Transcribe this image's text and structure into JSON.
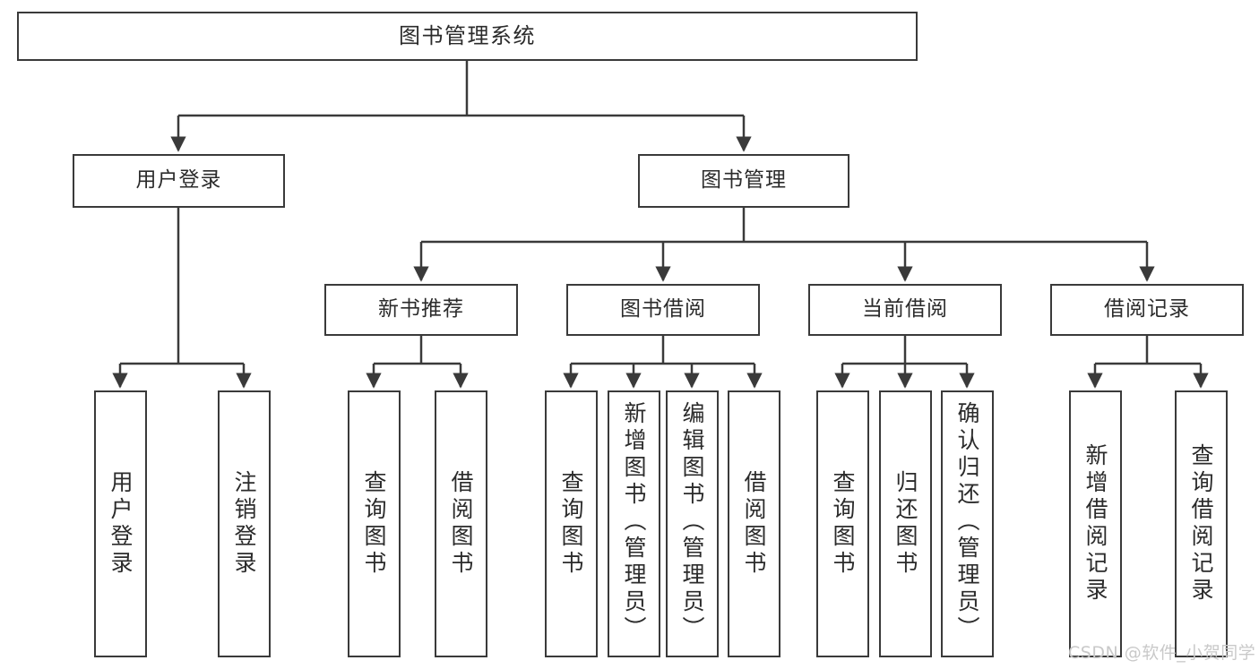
{
  "diagram": {
    "type": "tree",
    "title": "图书管理系统",
    "root": {
      "id": "root",
      "label": "图书管理系统"
    },
    "level2": [
      {
        "id": "user-login",
        "label": "用户登录"
      },
      {
        "id": "book-manage",
        "label": "图书管理"
      }
    ],
    "level3": [
      {
        "id": "new-book-rec",
        "label": "新书推荐",
        "parent": "book-manage"
      },
      {
        "id": "book-borrow",
        "label": "图书借阅",
        "parent": "book-manage"
      },
      {
        "id": "current-borrow",
        "label": "当前借阅",
        "parent": "book-manage"
      },
      {
        "id": "borrow-record",
        "label": "借阅记录",
        "parent": "book-manage"
      }
    ],
    "leaves": [
      {
        "id": "leaf-user-login",
        "label": "用户登录",
        "parent": "user-login"
      },
      {
        "id": "leaf-logout",
        "label": "注销登录",
        "parent": "user-login"
      },
      {
        "id": "leaf-query-book-1",
        "label": "查询图书",
        "parent": "new-book-rec"
      },
      {
        "id": "leaf-borrow-book-1",
        "label": "借阅图书",
        "parent": "new-book-rec"
      },
      {
        "id": "leaf-query-book-2",
        "label": "查询图书",
        "parent": "book-borrow"
      },
      {
        "id": "leaf-add-book",
        "label": "新增图书（管理员）",
        "parent": "book-borrow"
      },
      {
        "id": "leaf-edit-book",
        "label": "编辑图书（管理员）",
        "parent": "book-borrow"
      },
      {
        "id": "leaf-borrow-book-2",
        "label": "借阅图书",
        "parent": "book-borrow"
      },
      {
        "id": "leaf-query-book-3",
        "label": "查询图书",
        "parent": "current-borrow"
      },
      {
        "id": "leaf-return-book",
        "label": "归还图书",
        "parent": "current-borrow"
      },
      {
        "id": "leaf-confirm-return",
        "label": "确认归还（管理员）",
        "parent": "current-borrow"
      },
      {
        "id": "leaf-add-record",
        "label": "新增借阅记录",
        "parent": "borrow-record"
      },
      {
        "id": "leaf-query-record",
        "label": "查询借阅记录",
        "parent": "borrow-record"
      }
    ]
  },
  "watermark": {
    "text": "CSDN @软件_小贺同学"
  },
  "colors": {
    "stroke": "#3a3a3a",
    "fill": "#ffffff",
    "text": "#2b2b2b",
    "watermark": "#c9c9c9"
  }
}
